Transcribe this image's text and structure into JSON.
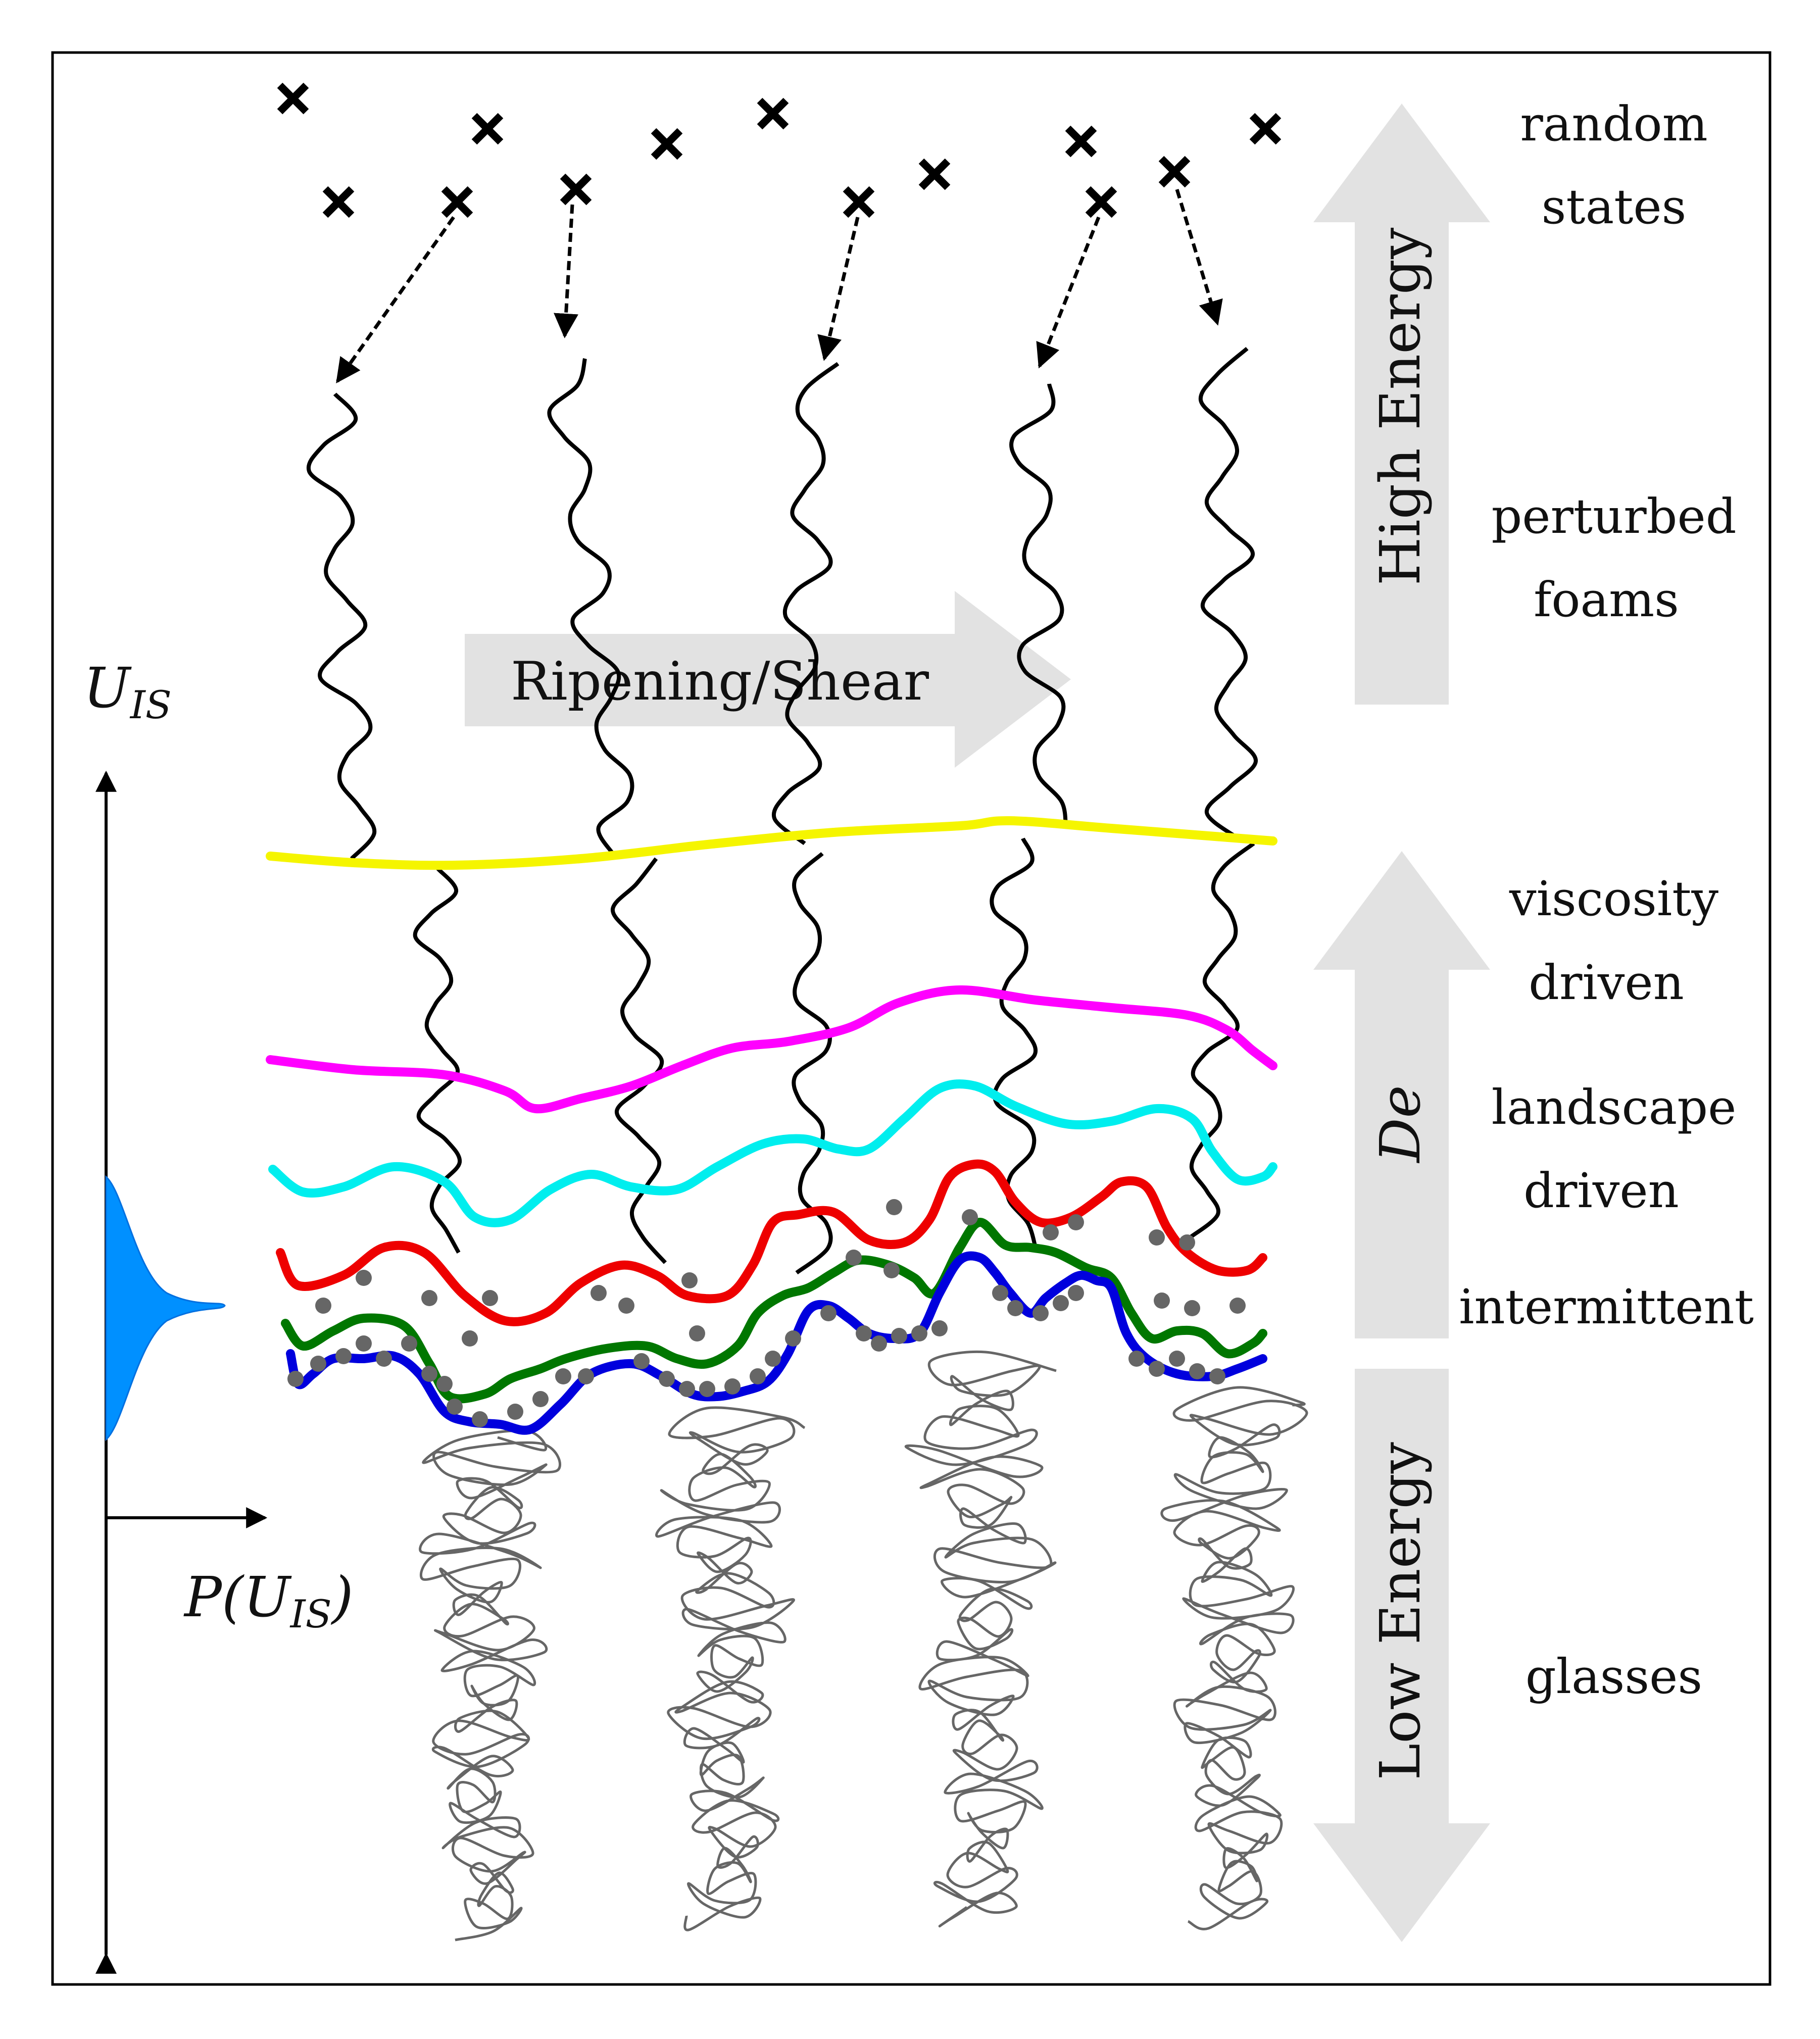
{
  "labels": {
    "random": "random",
    "states": "states",
    "perturbed": "perturbed",
    "foams": "foams",
    "viscosity": "viscosity",
    "driven1": "driven",
    "landscape": "landscape",
    "driven2": "driven",
    "intermittent": "intermittent",
    "glasses": "glasses",
    "high_energy": "High Energy",
    "de": "De",
    "low_energy": "Low Energy",
    "ripening": "Ripening/Shear",
    "u_is_main": "U",
    "u_is_sub": "IS",
    "p_u_pre": "P(U",
    "p_u_sub": "IS",
    "p_u_post": ")"
  },
  "colors": {
    "yellow": "#f5f500",
    "magenta": "#ff00ff",
    "cyan": "#00eeee",
    "red": "#ee0000",
    "green": "#007700",
    "blue": "#0000dd",
    "dots": "#666666",
    "distribution": "#0090ff",
    "band_arrows": "#e2e2e2",
    "glass_squiggle": "#666666"
  },
  "icons": {
    "random_state_marker": "cross-mark"
  }
}
